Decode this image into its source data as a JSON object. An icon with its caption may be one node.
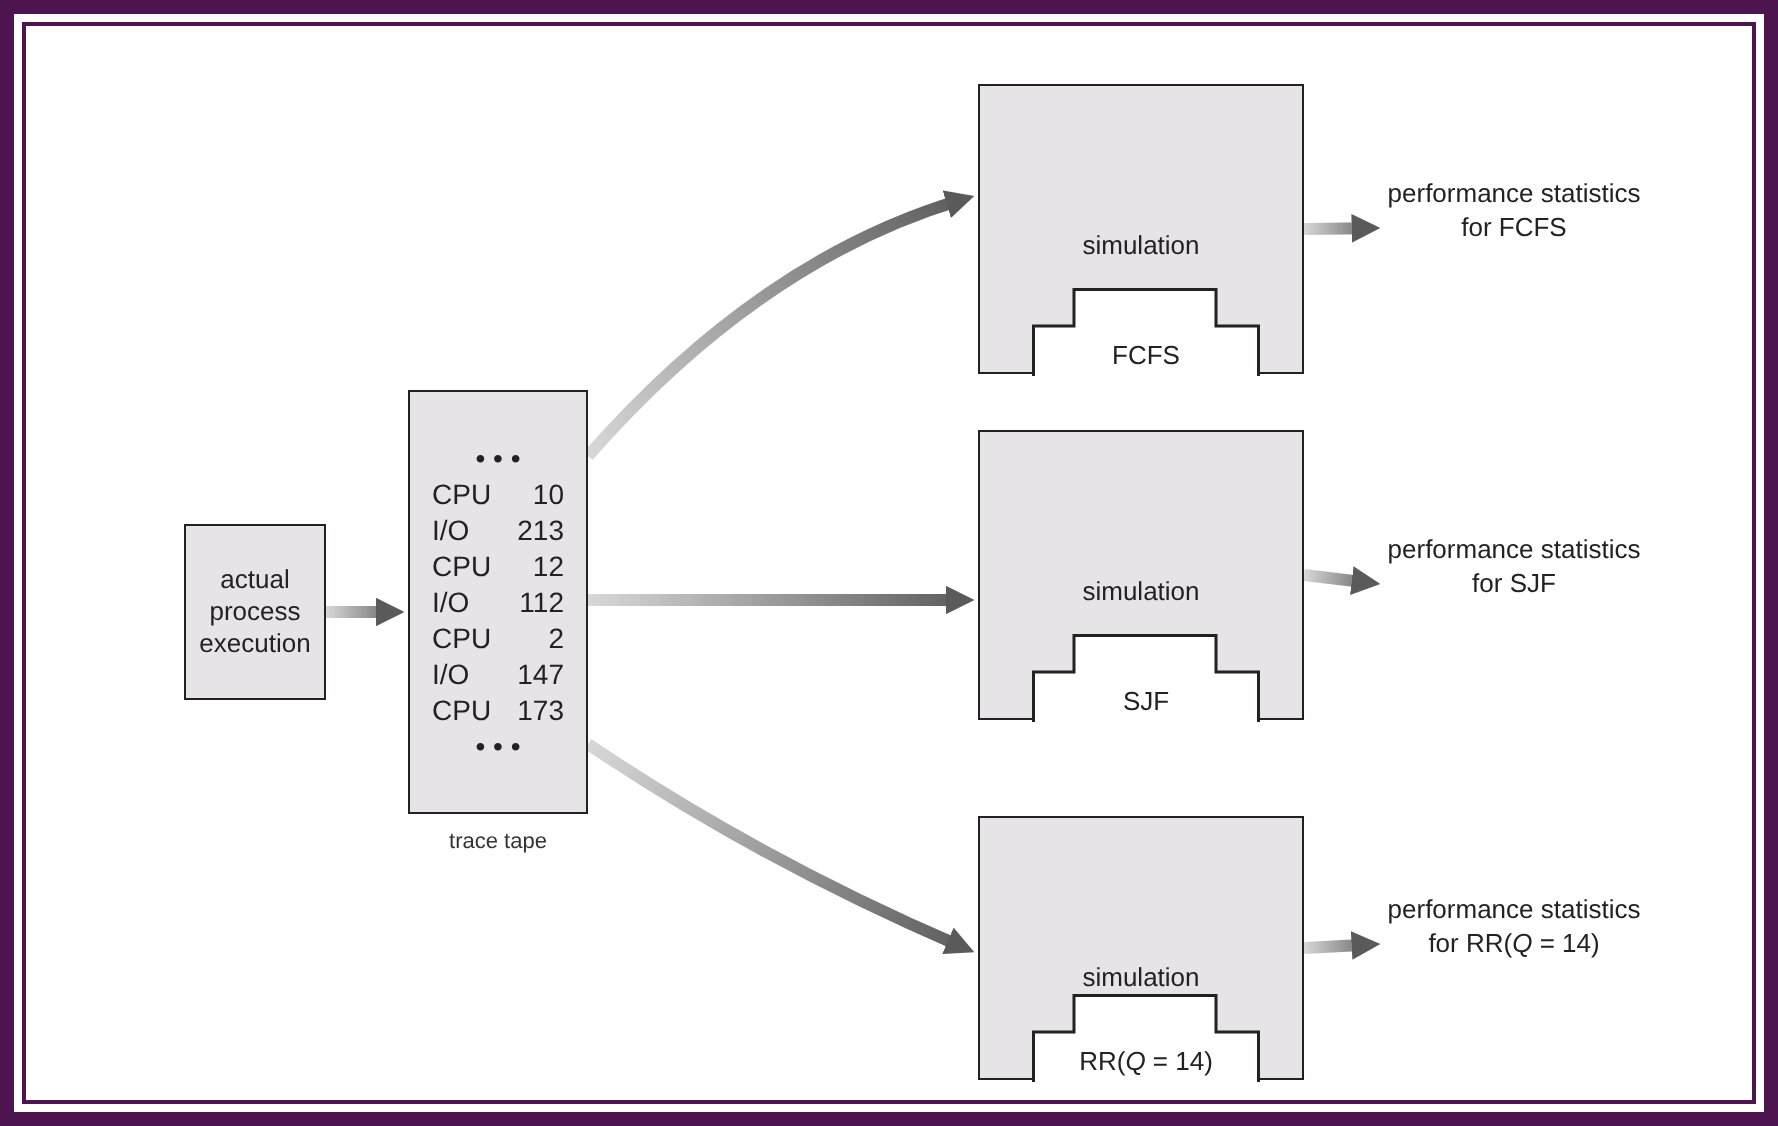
{
  "diagram": {
    "nodes": [
      {
        "text": [
          "actual process execution"
        ]
      },
      {
        "text": [
          "• • •",
          "CPU 10",
          "I/O 213",
          "CPU 12",
          "I/O 112",
          "CPU 2",
          "I/O 147",
          "CPU 173",
          "• • •"
        ],
        "beside": [
          "trace tape"
        ]
      },
      {
        "text": [
          "simulation"
        ]
      },
      {
        "text": [
          "FCFS"
        ],
        "in": 2
      },
      {
        "text": [
          "performance statistics for FCFS"
        ]
      },
      {
        "text": [
          "simulation"
        ]
      },
      {
        "text": [
          "SJF"
        ],
        "in": 5
      },
      {
        "text": [
          "performance statistics for SJF"
        ]
      },
      {
        "text": [
          "simulation"
        ]
      },
      {
        "text": [
          "RR(*Q* = 14)"
        ],
        "in": 8
      },
      {
        "text": [
          "performance statistics for RR(*Q* = 14)"
        ]
      }
    ],
    "edges": [
      {
        "from": 0,
        "to": 1,
        "arrow": "to"
      },
      {
        "from": 1,
        "to": 2,
        "arrow": "to"
      },
      {
        "from": 1,
        "to": 5,
        "arrow": "to"
      },
      {
        "from": 1,
        "to": 8,
        "arrow": "to"
      },
      {
        "from": 2,
        "to": 4,
        "arrow": "to"
      },
      {
        "from": 5,
        "to": 7,
        "arrow": "to"
      },
      {
        "from": 8,
        "to": 10,
        "arrow": "to"
      }
    ]
  }
}
